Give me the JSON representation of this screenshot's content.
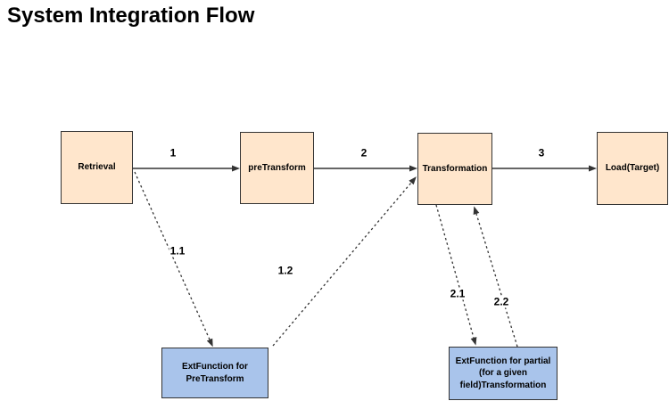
{
  "title": "System Integration Flow",
  "colors": {
    "box-orange": "#FFE6CC",
    "box-blue": "#A9C4EB",
    "border": "#333333",
    "wire": "#333333"
  },
  "nodes": {
    "retrieval": {
      "label": "Retrieval"
    },
    "pretransform": {
      "label": "preTransform"
    },
    "transformation": {
      "label": "Transformation"
    },
    "load_target": {
      "label": "Load(Target)"
    },
    "ext_pretransform": {
      "lines": [
        "ExtFunction for",
        "PreTransform"
      ]
    },
    "ext_partial": {
      "lines": [
        "ExtFunction for partial",
        "(for a given",
        "field)Transformation"
      ]
    }
  },
  "edges": {
    "e1": {
      "label": "1",
      "style": "solid",
      "from": "Retrieval",
      "to": "preTransform"
    },
    "e2": {
      "label": "2",
      "style": "solid",
      "from": "preTransform",
      "to": "Transformation"
    },
    "e3": {
      "label": "3",
      "style": "solid",
      "from": "Transformation",
      "to": "Load(Target)"
    },
    "e11": {
      "label": "1.1",
      "style": "dashed",
      "from": "Retrieval",
      "to": "ExtFunction for PreTransform"
    },
    "e12": {
      "label": "1.2",
      "style": "dashed",
      "from": "ExtFunction for PreTransform",
      "to": "Transformation"
    },
    "e21": {
      "label": "2.1",
      "style": "dashed",
      "from": "Transformation",
      "to": "ExtFunction for partial (for a given field)Transformation"
    },
    "e22": {
      "label": "2.2",
      "style": "dashed",
      "from": "ExtFunction for partial (for a given field)Transformation",
      "to": "Transformation"
    }
  }
}
